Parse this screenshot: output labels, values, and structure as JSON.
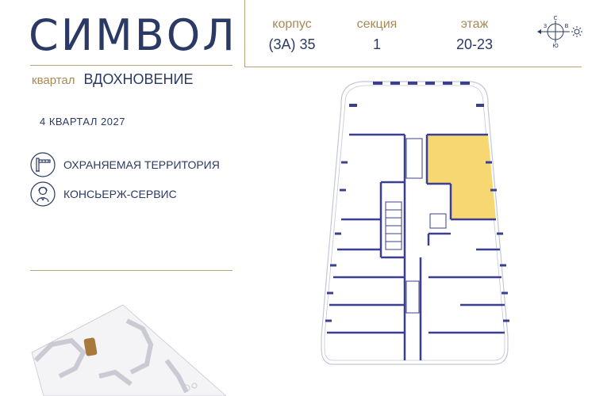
{
  "brand": {
    "logo_text": "СИМВОЛ"
  },
  "district": {
    "label": "квартал",
    "name": "ВДОХНОВЕНИЕ"
  },
  "completion": "4 КВАРТАЛ 2027",
  "features": [
    {
      "icon": "barrier-gate-icon",
      "label": "ОХРАНЯЕМАЯ ТЕРРИТОРИЯ"
    },
    {
      "icon": "concierge-icon",
      "label": "КОНСЬЕРЖ-СЕРВИС"
    }
  ],
  "info": {
    "building_label": "корпус",
    "building_value": "(3А) 35",
    "section_label": "секция",
    "section_value": "1",
    "floor_label": "этаж",
    "floor_value": "20-23"
  },
  "compass": {
    "n": "С",
    "s": "Ю",
    "w": "З",
    "e": "В"
  },
  "colors": {
    "brand": "#2b3a64",
    "accent": "#a8895a",
    "rule": "#b8a27c",
    "highlight": "#f6d772",
    "wall": "#3b3f8f"
  }
}
